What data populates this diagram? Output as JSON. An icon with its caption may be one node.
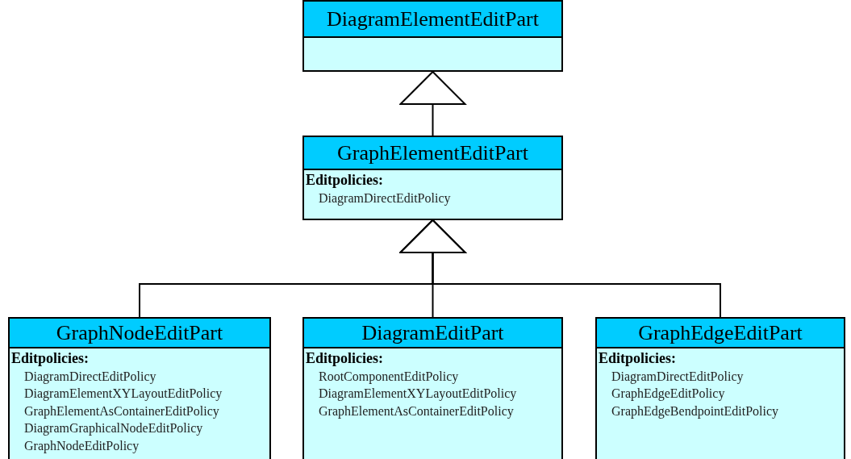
{
  "diagram": {
    "nodes": [
      {
        "text": [
          "DiagramElementEditPart"
        ]
      },
      {
        "text": [
          "GraphElementEditPart",
          "Editpolicies:",
          "DiagramDirectEditPolicy"
        ]
      },
      {
        "text": [
          "GraphNodeEditPart",
          "Editpolicies:",
          "DiagramDirectEditPolicy",
          "DiagramElementXYLayoutEditPolicy",
          "GraphElementAsContainerEditPolicy",
          "DiagramGraphicalNodeEditPolicy",
          "GraphNodeEditPolicy"
        ]
      },
      {
        "text": [
          "DiagramEditPart",
          "Editpolicies:",
          "RootComponentEditPolicy",
          "DiagramElementXYLayoutEditPolicy",
          "GraphElementAsContainerEditPolicy"
        ]
      },
      {
        "text": [
          "GraphEdgeEditPart",
          "Editpolicies:",
          "DiagramDirectEditPolicy",
          "GraphEdgeEditPolicy",
          "GraphEdgeBendpointEditPolicy"
        ]
      }
    ],
    "edges": [
      {
        "from": 1,
        "to": 0,
        "arrow": "to"
      },
      {
        "from": 2,
        "to": 1,
        "arrow": "to"
      },
      {
        "from": 3,
        "to": 1,
        "arrow": "to"
      },
      {
        "from": 4,
        "to": 1,
        "arrow": "to"
      }
    ]
  }
}
